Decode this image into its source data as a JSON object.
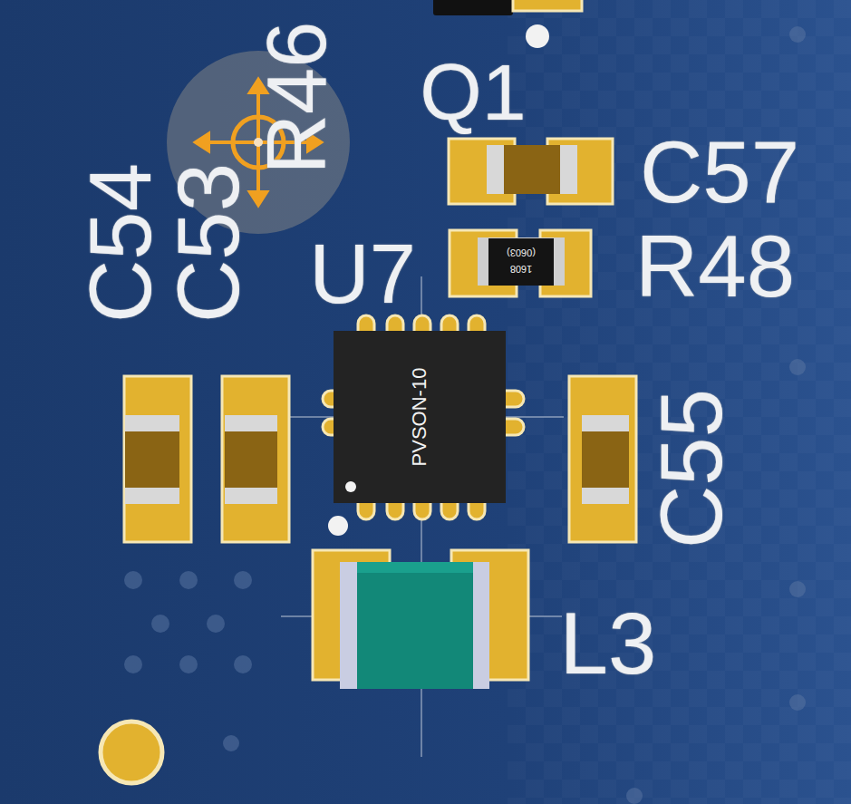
{
  "diagram": {
    "nodes": [
      {
        "text": [
          "U7",
          "PVSON-10"
        ]
      },
      {
        "text": [
          "(0603)",
          "1608"
        ]
      }
    ],
    "labels": [
      "R46",
      "Q1",
      "C57",
      "R48",
      "C54",
      "C53",
      "C55",
      "L3"
    ]
  }
}
